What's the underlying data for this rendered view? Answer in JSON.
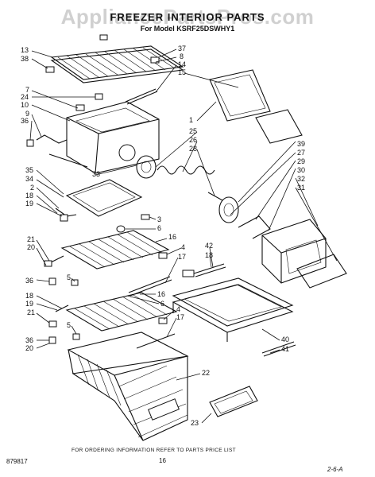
{
  "header": {
    "title": "FREEZER INTERIOR PARTS",
    "model": "For Model KSRF25DSWHY1",
    "watermark": "AppliancePartsPros.com"
  },
  "footer": {
    "note": "FOR ORDERING INFORMATION REFER TO PARTS PRICE LIST",
    "page_number": "16",
    "doc_code": "879817",
    "side_mark": "2-6-A"
  },
  "callouts": [
    {
      "id": "c-13",
      "text": "13"
    },
    {
      "id": "c-38",
      "text": "38"
    },
    {
      "id": "c-37",
      "text": "37"
    },
    {
      "id": "c-8a",
      "text": "8"
    },
    {
      "id": "c-14a",
      "text": "14"
    },
    {
      "id": "c-15",
      "text": "15"
    },
    {
      "id": "c-7",
      "text": "7"
    },
    {
      "id": "c-24",
      "text": "24"
    },
    {
      "id": "c-10",
      "text": "10"
    },
    {
      "id": "c-9",
      "text": "9"
    },
    {
      "id": "c-36a",
      "text": "36"
    },
    {
      "id": "c-1",
      "text": "1"
    },
    {
      "id": "c-25",
      "text": "25"
    },
    {
      "id": "c-26",
      "text": "26"
    },
    {
      "id": "c-28",
      "text": "28"
    },
    {
      "id": "c-33",
      "text": "33"
    },
    {
      "id": "c-39",
      "text": "39"
    },
    {
      "id": "c-27",
      "text": "27"
    },
    {
      "id": "c-29",
      "text": "29"
    },
    {
      "id": "c-30",
      "text": "30"
    },
    {
      "id": "c-32",
      "text": "32"
    },
    {
      "id": "c-31",
      "text": "31"
    },
    {
      "id": "c-35",
      "text": "35"
    },
    {
      "id": "c-34",
      "text": "34"
    },
    {
      "id": "c-2",
      "text": "2"
    },
    {
      "id": "c-18a",
      "text": "18"
    },
    {
      "id": "c-19a",
      "text": "19"
    },
    {
      "id": "c-3",
      "text": "3"
    },
    {
      "id": "c-6a",
      "text": "6"
    },
    {
      "id": "c-16a",
      "text": "16"
    },
    {
      "id": "c-21a",
      "text": "21"
    },
    {
      "id": "c-20a",
      "text": "20"
    },
    {
      "id": "c-42",
      "text": "42"
    },
    {
      "id": "c-4a",
      "text": "4"
    },
    {
      "id": "c-18b",
      "text": "18"
    },
    {
      "id": "c-17a",
      "text": "17"
    },
    {
      "id": "c-36b",
      "text": "36"
    },
    {
      "id": "c-5a",
      "text": "5"
    },
    {
      "id": "c-18c",
      "text": "18"
    },
    {
      "id": "c-19b",
      "text": "19"
    },
    {
      "id": "c-16b",
      "text": "16"
    },
    {
      "id": "c-6b",
      "text": "6"
    },
    {
      "id": "c-21b",
      "text": "21"
    },
    {
      "id": "c-4b",
      "text": "4"
    },
    {
      "id": "c-5b",
      "text": "5"
    },
    {
      "id": "c-17b",
      "text": "17"
    },
    {
      "id": "c-36c",
      "text": "36"
    },
    {
      "id": "c-20b",
      "text": "20"
    },
    {
      "id": "c-40",
      "text": "40"
    },
    {
      "id": "c-41",
      "text": "41"
    },
    {
      "id": "c-22",
      "text": "22"
    },
    {
      "id": "c-23",
      "text": "23"
    }
  ]
}
